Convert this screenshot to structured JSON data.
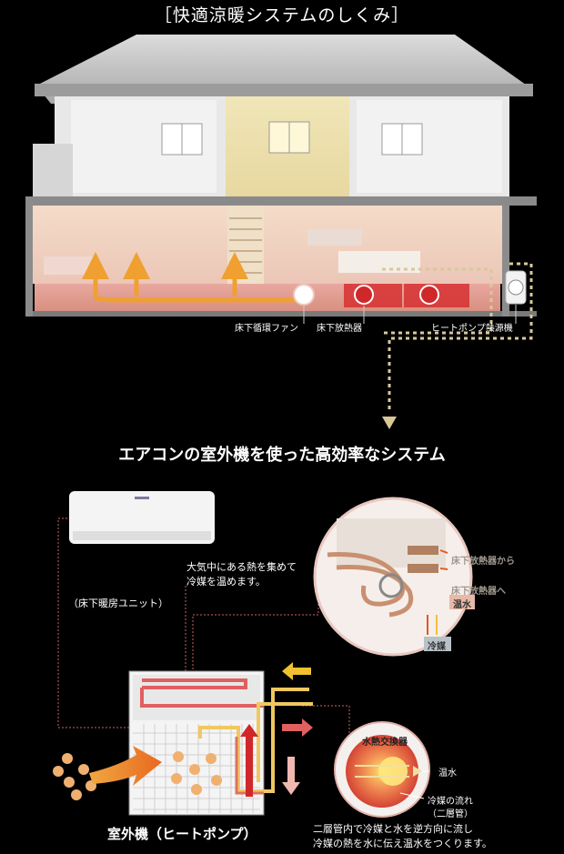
{
  "title": "［快適涼暖システムのしくみ］",
  "house_labels": {
    "fan": "床下循環ファン",
    "radiator": "床下放熱器",
    "heat_source": "ヒートポンプ熱源機"
  },
  "subtitle": "エアコンの室外機を使った高効率なシステム",
  "unit_label": "（床下暖房ユニット）",
  "air_note": [
    "大気中にある熱を集めて",
    "冷媒を温めます。"
  ],
  "zoom_labels": {
    "from_radiator": "床下放熱器から",
    "to_radiator": "床下放熱器へ",
    "hot_water": "温水",
    "refrigerant": "冷媒"
  },
  "exchanger": {
    "title": "水熱交換器",
    "hot_water": "温水",
    "flow_line1": "冷媒の流れ",
    "flow_line2": "（二層管）"
  },
  "outdoor_label": "室外機（ヒートポンプ）",
  "bottom_note": [
    "二層管内で冷媒と水を逆方向に流し",
    "冷媒の熱を水に伝え温水をつくります。"
  ],
  "colors": {
    "background": "#000000",
    "warm_arrow": "#f0a030",
    "hot_red": "#d0282a",
    "dotted_pipe": "#d8c89a"
  }
}
